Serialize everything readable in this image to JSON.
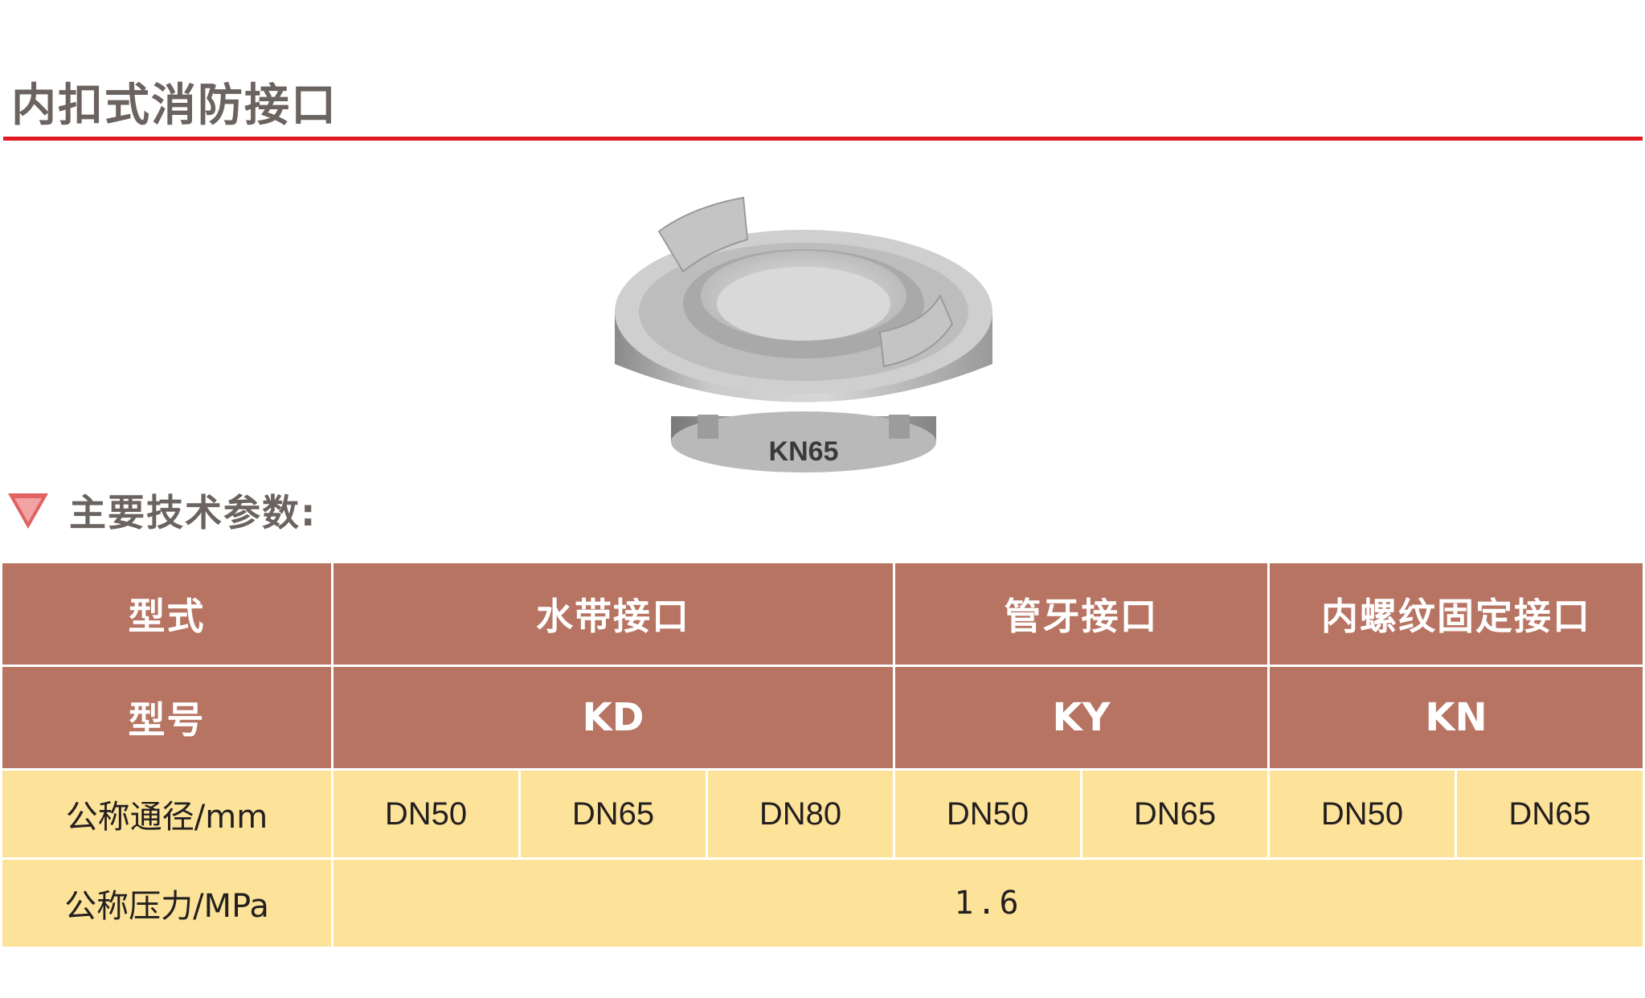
{
  "title": "内扣式消防接口",
  "illustration": {
    "engraving": "KN65"
  },
  "section": {
    "heading": "主要技术参数:"
  },
  "table": {
    "row_type": {
      "label": "型式",
      "groups": [
        "水带接口",
        "管牙接口",
        "内螺纹固定接口"
      ]
    },
    "row_model": {
      "label": "型号",
      "codes": [
        "KD",
        "KY",
        "KN"
      ]
    },
    "row_diameter": {
      "label": "公称通径/mm",
      "values": [
        "DN50",
        "DN65",
        "DN80",
        "DN50",
        "DN65",
        "DN50",
        "DN65"
      ]
    },
    "row_pressure": {
      "label": "公称压力/MPa",
      "value": "1.6"
    }
  },
  "colors": {
    "accent_rule": "#e21a22",
    "header_fill": "#b77462",
    "data_fill": "#fde399",
    "title_text": "#6b6360"
  }
}
